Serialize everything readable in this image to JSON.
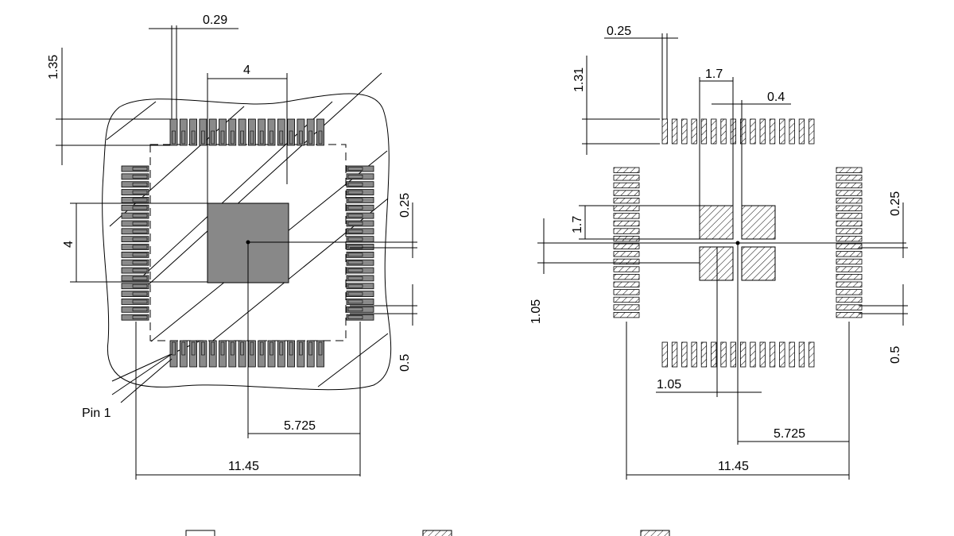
{
  "left_view": {
    "dimensions": {
      "pad_width": "0.29",
      "pad_length": "1.35",
      "center_pad": "4",
      "center_pad_vertical": "4",
      "gap": "0.25",
      "pitch": "0.5",
      "half_span": "5.725",
      "span": "11.45"
    },
    "pin1_label": "Pin 1"
  },
  "right_view": {
    "dimensions": {
      "pad_width": "0.25",
      "pad_length": "1.31",
      "sub_pad": "1.7",
      "sub_gap": "0.4",
      "sub_pad_vertical": "1.7",
      "gap": "0.25",
      "offset_vertical": "1.05",
      "pitch": "0.5",
      "offset_horizontal": "1.05",
      "half_span": "5.725",
      "span": "11.45"
    }
  },
  "legend_icons": [
    "copper-pad-icon",
    "paste-mask-icon",
    "solder-mask-icon"
  ],
  "colors": {
    "pad_fill": "#8a8a8a",
    "center_fill": "#888888",
    "line": "#000000"
  }
}
